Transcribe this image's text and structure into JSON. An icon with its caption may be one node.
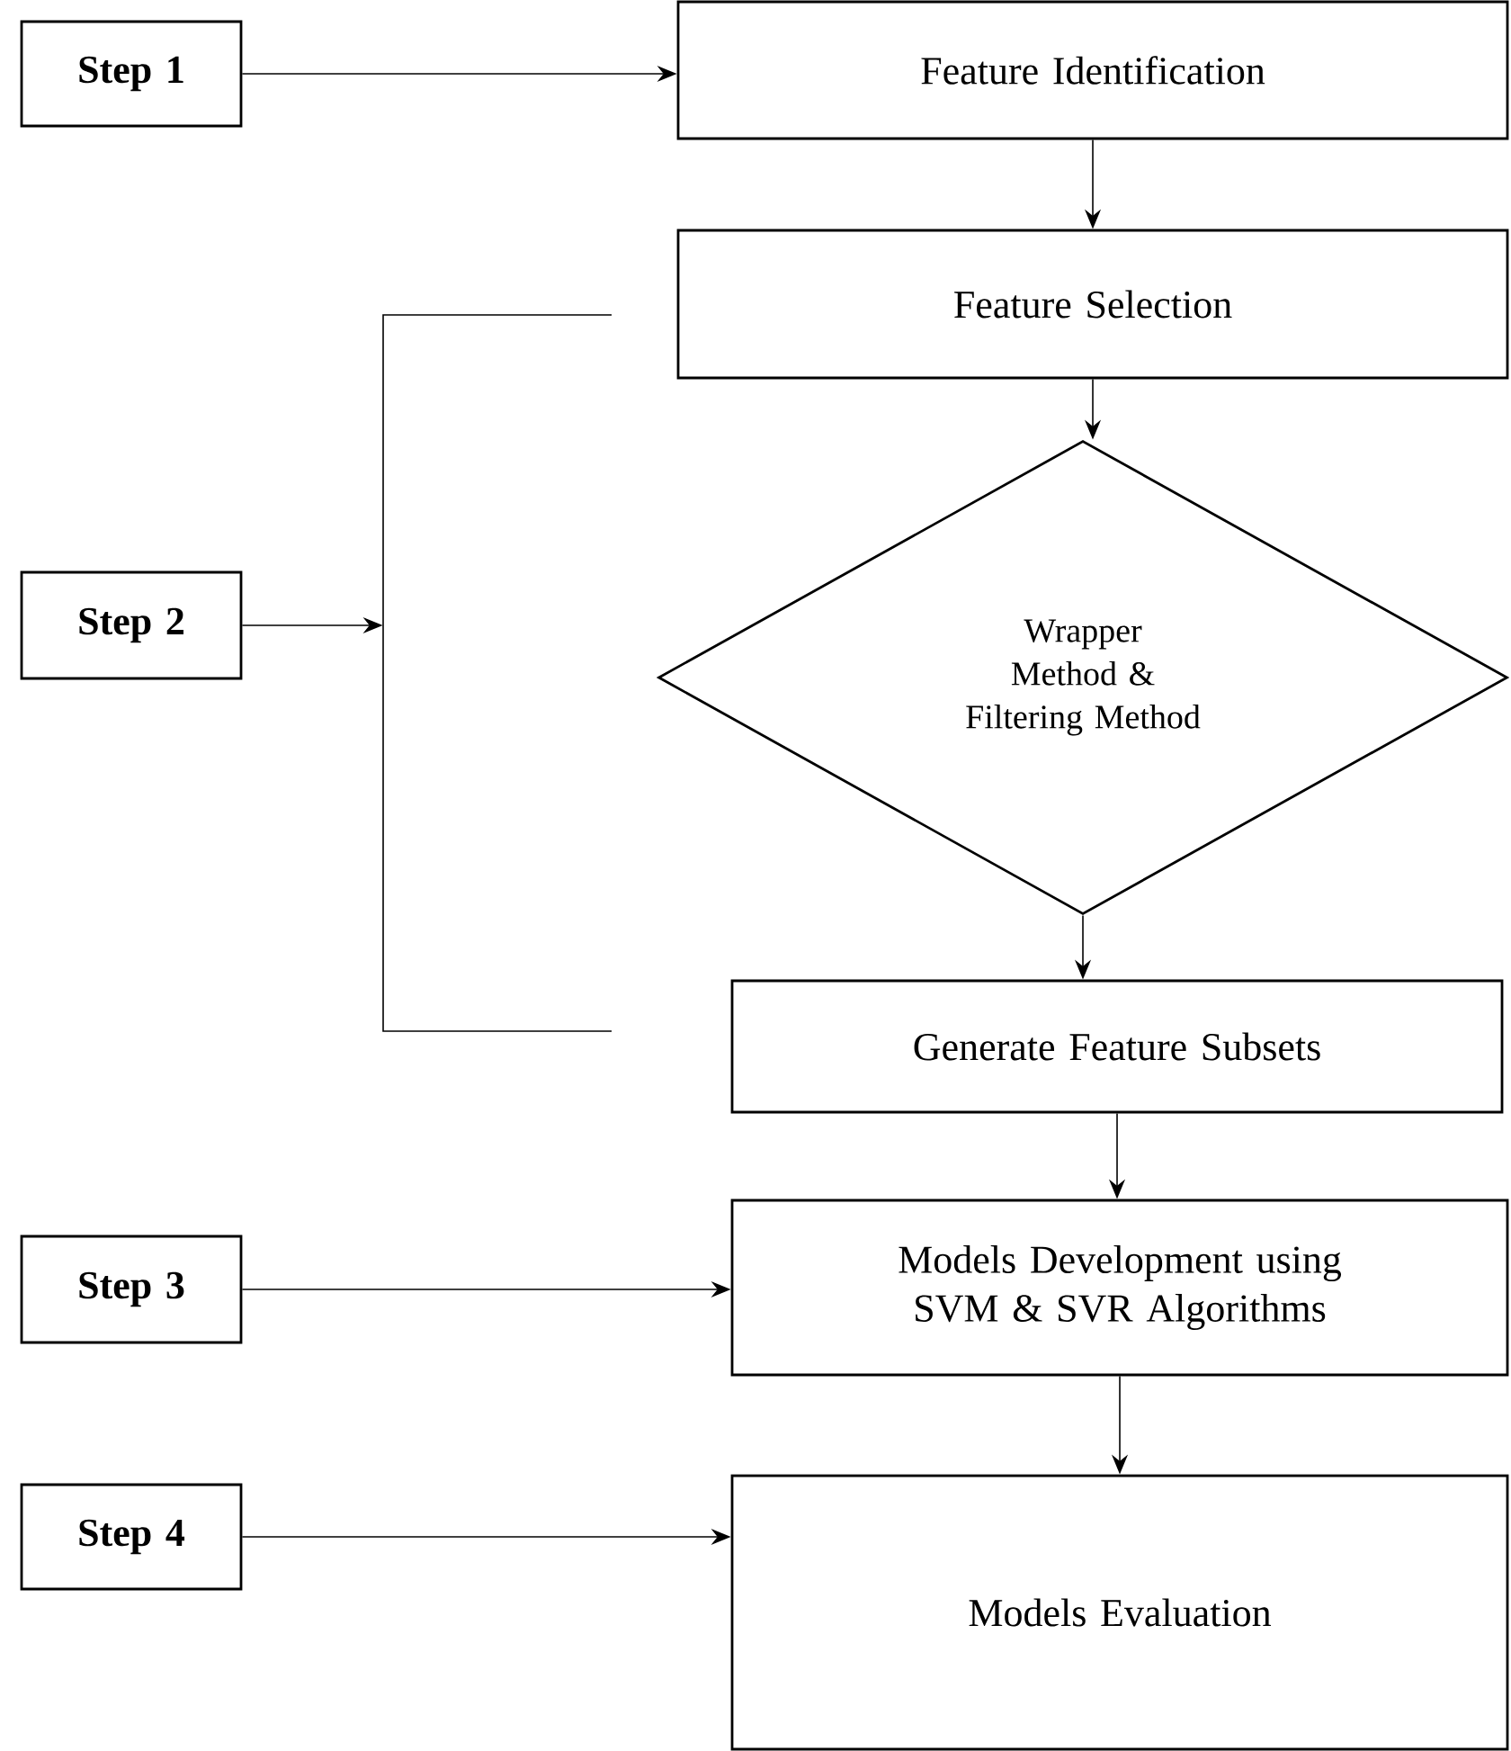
{
  "diagram": {
    "nodes": [
      {
        "text": [
          "Step 1"
        ]
      },
      {
        "text": [
          "Feature Identification"
        ]
      },
      {
        "text": [
          "Feature Selection"
        ]
      },
      {
        "text": [
          "Wrapper Method & Filtering Method"
        ]
      },
      {
        "text": [
          "Step 2"
        ]
      },
      {
        "text": [
          "Generate Feature Subsets"
        ]
      },
      {
        "text": [
          "Step 3"
        ]
      },
      {
        "text": [
          "Models Development using SVM & SVR Algorithms"
        ]
      },
      {
        "text": [
          "Step 4"
        ]
      },
      {
        "text": [
          "Models Evaluation"
        ]
      },
      {
        "text": [],
        "shape": "bracket"
      }
    ],
    "edges": [
      {
        "from": 0,
        "to": 1,
        "arrow": "to"
      },
      {
        "from": 1,
        "to": 2,
        "arrow": "to"
      },
      {
        "from": 2,
        "to": 3,
        "arrow": "to"
      },
      {
        "from": 3,
        "to": 5,
        "arrow": "to"
      },
      {
        "from": 4,
        "to": 10,
        "arrow": "to"
      },
      {
        "from": 6,
        "to": 7,
        "arrow": "to"
      },
      {
        "from": 5,
        "to": 7,
        "arrow": "to"
      },
      {
        "from": 8,
        "to": 9,
        "arrow": "to"
      },
      {
        "from": 7,
        "to": 9,
        "arrow": "to"
      }
    ]
  }
}
